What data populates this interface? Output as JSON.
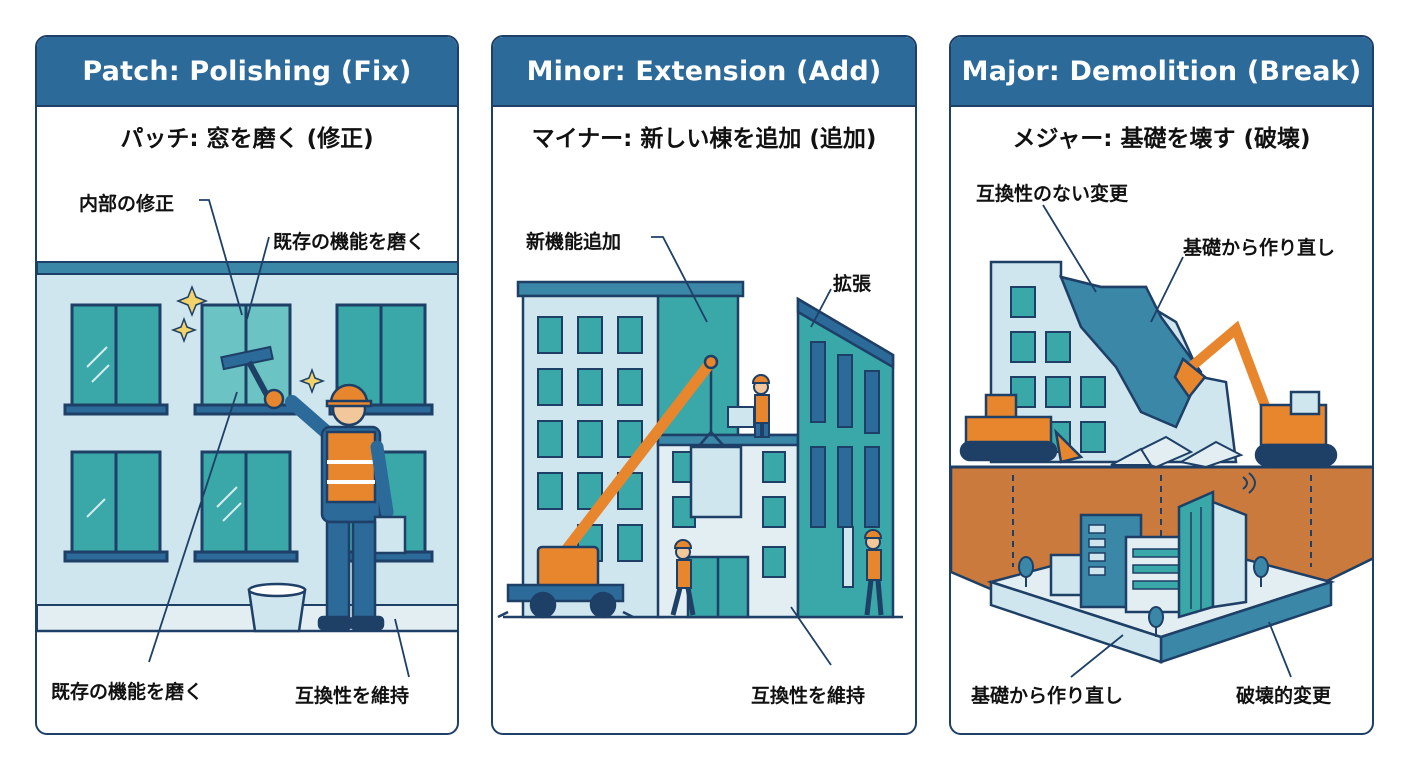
{
  "panels": [
    {
      "title": "Patch: Polishing (Fix)",
      "subtitle": "パッチ: 窓を磨く (修正)",
      "labels": {
        "internal_fix": "内部の修正",
        "polish_top": "既存の機能を磨く",
        "polish_bottom": "既存の機能を磨く",
        "compat": "互換性を維持"
      }
    },
    {
      "title": "Minor: Extension (Add)",
      "subtitle": "マイナー: 新しい棟を追加 (追加)",
      "labels": {
        "new_feature": "新機能追加",
        "expand": "拡張",
        "compat": "互換性を維持"
      }
    },
    {
      "title": "Major: Demolition (Break)",
      "subtitle": "メジャー: 基礎を壊す (破壊)",
      "labels": {
        "incompatible": "互換性のない変更",
        "rebuild_top": "基礎から作り直し",
        "rebuild_bottom": "基礎から作り直し",
        "breaking": "破壊的変更"
      }
    }
  ],
  "colors": {
    "header": "#2c6a9a",
    "border": "#1e3f66",
    "teal": "#3aa7a9",
    "light_teal": "#cfe6ee",
    "orange": "#e8862e",
    "soil": "#c97a3c"
  }
}
